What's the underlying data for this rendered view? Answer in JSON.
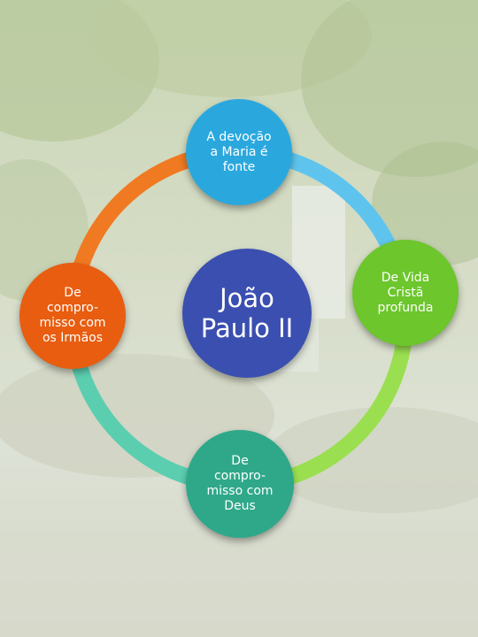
{
  "diagram": {
    "center": {
      "label": "João\nPaulo II",
      "color": "#3a4fb0"
    },
    "nodes": {
      "top": {
        "label": "A devoção\na Maria é\nfonte",
        "color": "#2aa8de"
      },
      "left": {
        "label": "De\ncompro-\nmisso com\nos Irmãos",
        "color": "#e85d10"
      },
      "right": {
        "label": "De Vida\nCristã\nprofunda",
        "color": "#6cc62c"
      },
      "bottom": {
        "label": "De\ncompro-\nmisso com\nDeus",
        "color": "#2fa88a"
      }
    },
    "arcs": {
      "top_right": "#5ec4ee",
      "right_bottom": "#9adf4f",
      "bottom_left": "#5cceb0",
      "left_top": "#f07a22"
    }
  }
}
